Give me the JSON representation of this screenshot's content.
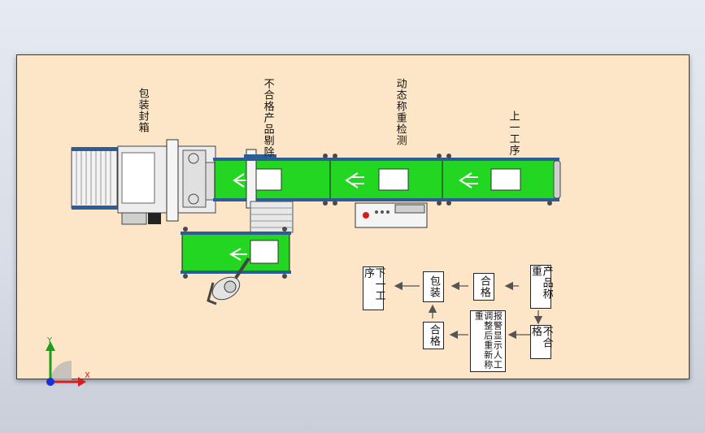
{
  "labels": {
    "packing": "包装封箱",
    "reject": "不合格产品剔除",
    "weighing": "动态称重检测",
    "upstream": "上一工序"
  },
  "flowchart": {
    "product_weighing": "产品称重",
    "qualified_top": "合格",
    "unqualified": "不合格",
    "packing": "包装",
    "next_process": "下一工序",
    "alarm": "报警显示人工调整后重新称重",
    "qualified_bottom": "合格"
  },
  "axes": {
    "x": "X",
    "y": "Y"
  },
  "colors": {
    "belt": "#22d622",
    "frame": "#2c5e95",
    "sheet": "#fde6c7"
  }
}
